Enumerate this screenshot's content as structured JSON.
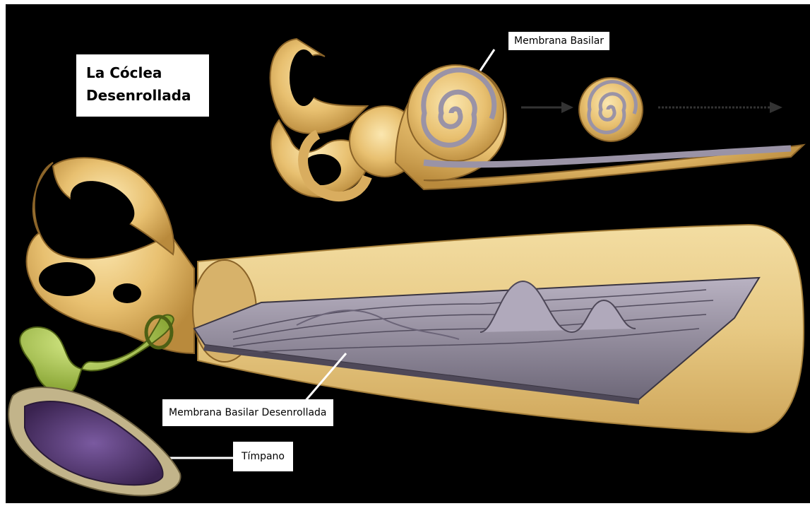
{
  "title": {
    "line1": "La Cóclea",
    "line2": "Desenrollada"
  },
  "labels": {
    "basilar_membrane": "Membrana Basilar",
    "unrolled_basilar_membrane": "Membrana Basilar Desenrollada",
    "eardrum": "Tímpano"
  },
  "colors": {
    "background": "#000000",
    "cochlea_bone": "#e8c070",
    "membrane": "#9a93a6",
    "ossicles": "#a6c94a",
    "eardrum": "#5a3f7a",
    "label_box": "#ffffff"
  }
}
